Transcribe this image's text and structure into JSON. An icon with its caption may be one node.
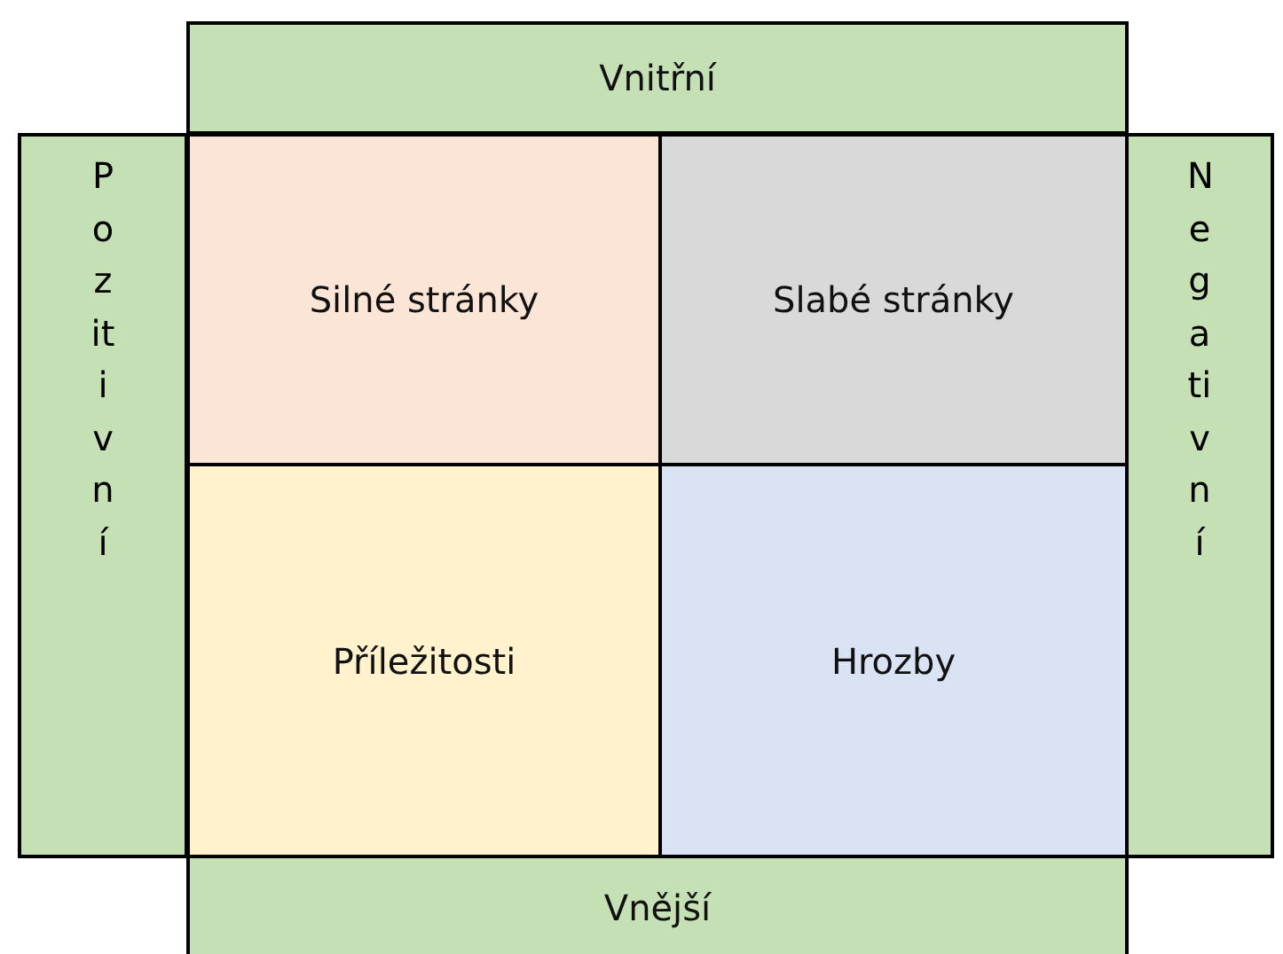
{
  "diagram": {
    "nodes": [
      {
        "text": [
          "Vnitřní"
        ]
      },
      {
        "text": [
          "Pozitivní"
        ]
      },
      {
        "text": [
          "Silné stránky"
        ]
      },
      {
        "text": [
          "Slabé stránky"
        ]
      },
      {
        "text": [
          "Negativní"
        ]
      },
      {
        "text": [
          "Příležitosti"
        ]
      },
      {
        "text": [
          "Hrozby"
        ]
      },
      {
        "text": [
          "Vnější"
        ]
      }
    ]
  }
}
